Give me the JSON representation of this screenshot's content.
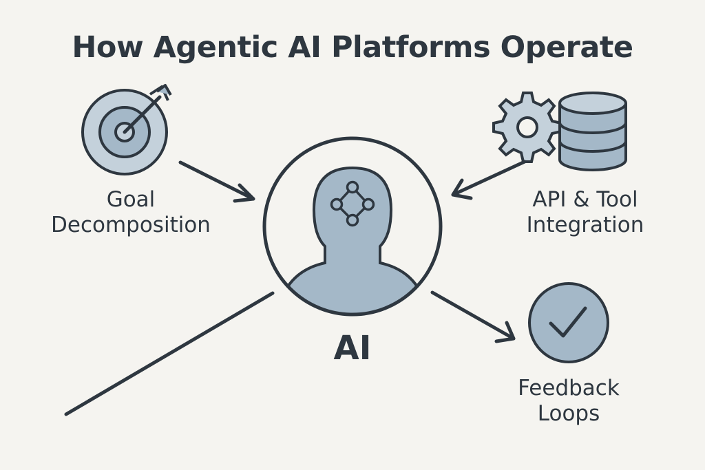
{
  "title": "How Agentic AI Platforms Operate",
  "center": {
    "label": "AI",
    "icon": "head-with-network-icon"
  },
  "nodes": {
    "goal": {
      "line1": "Goal",
      "line2": "Decomposition",
      "icon": "target-with-arrow-icon"
    },
    "api": {
      "line1": "API & Tool",
      "line2": "Integration",
      "icons": [
        "gear-icon",
        "database-icon"
      ]
    },
    "feedback": {
      "line1": "Feedback",
      "line2": "Loops",
      "icon": "checkmark-circle-icon"
    }
  },
  "colors": {
    "background": "#f5f4f0",
    "stroke": "#2e3740",
    "fill": "#a4b8c8",
    "fill_light": "#c4d1db"
  }
}
